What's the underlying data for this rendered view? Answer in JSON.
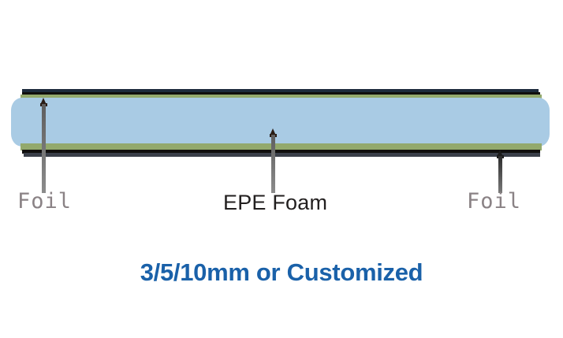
{
  "diagram": {
    "title": "EPE foam foil-faced insulation cross-section",
    "layers": [
      {
        "name": "navy-top",
        "role": "outer skin",
        "color": "#1d2b3c"
      },
      {
        "name": "black-top",
        "role": "foil facing",
        "color": "#100f0d"
      },
      {
        "name": "green-top",
        "role": "adhesive band",
        "color": "#93a96d"
      },
      {
        "name": "foam-core",
        "role": "EPE foam core",
        "color": "#a9cbe4"
      },
      {
        "name": "green-bottom",
        "role": "adhesive band",
        "color": "#93a96d"
      },
      {
        "name": "black-bottom",
        "role": "foil facing",
        "color": "#100f0d"
      },
      {
        "name": "navy-bottom",
        "role": "outer skin",
        "color": "#3a3f49"
      }
    ],
    "callouts": [
      {
        "id": "foil-left",
        "label": "Foil",
        "points_to": "top foil layer"
      },
      {
        "id": "epe-foam",
        "label": "EPE Foam",
        "points_to": "foam core"
      },
      {
        "id": "foil-right",
        "label": "Foil",
        "points_to": "bottom foil layer"
      }
    ],
    "caption": "3/5/10mm or Customized",
    "caption_color": "#1a61a9",
    "foil_label_color": "#8a8285",
    "foam_label_color": "#221f1f"
  }
}
